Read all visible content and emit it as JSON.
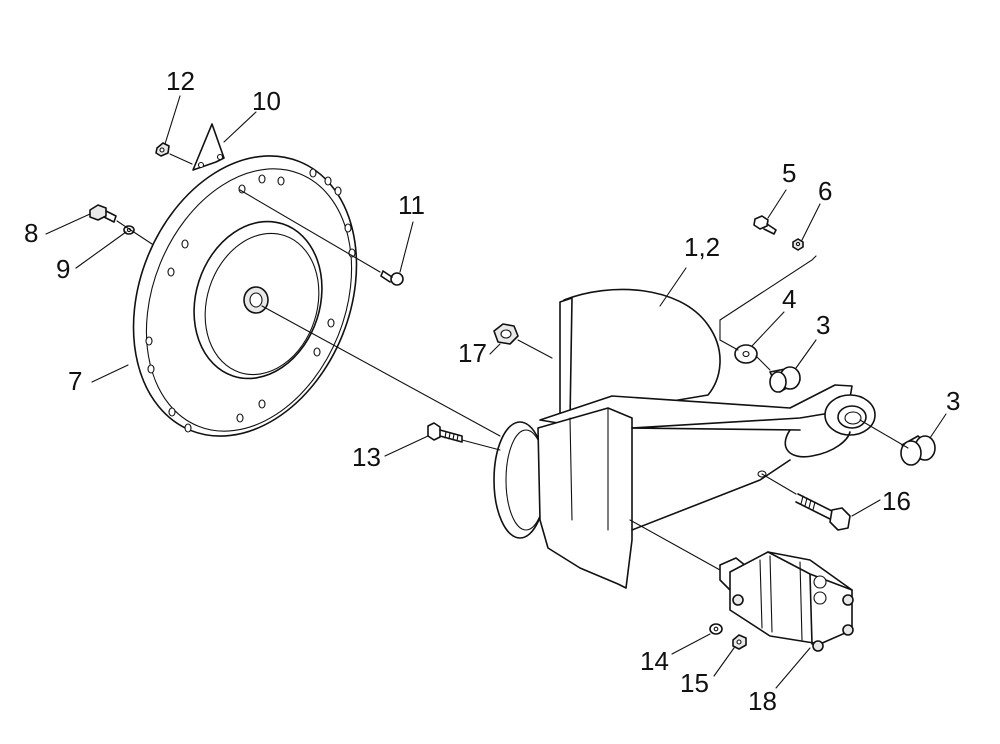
{
  "labels": {
    "p1_2": "1,2",
    "p3a": "3",
    "p3b": "3",
    "p4": "4",
    "p5": "5",
    "p6": "6",
    "p7": "7",
    "p8": "8",
    "p9": "9",
    "p10": "10",
    "p11": "11",
    "p12": "12",
    "p13": "13",
    "p14": "14",
    "p15": "15",
    "p16": "16",
    "p17": "17",
    "p18": "18"
  }
}
